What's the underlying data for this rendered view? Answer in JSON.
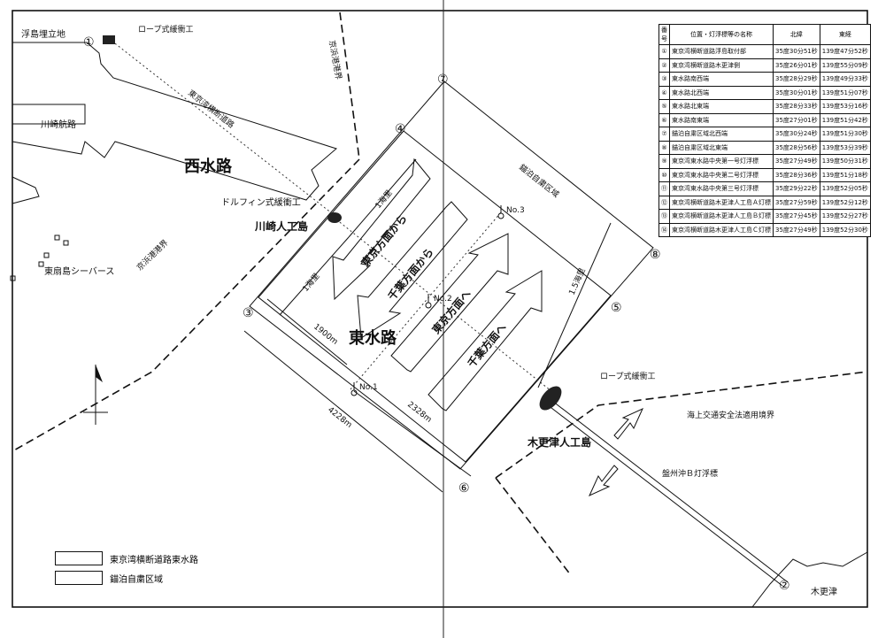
{
  "labels": {
    "ukishima": "浮島埋立地",
    "rope_buffer_top": "ロープ式緩衝工",
    "keihin_boundary_top": "京浜港港界",
    "trans_tokyo_road": "東京湾横断道路",
    "kawasaki_route": "川崎航路",
    "nishi_suiro": "西水路",
    "dolphin_buffer": "ドルフィン式緩衝工",
    "kawasaki_island": "川崎人工島",
    "keihin_boundary_left": "京浜港港界",
    "higashi_ogishima": "東扇島シーバース",
    "higashi_suiro": "東水路",
    "anchorage": "錨泊自粛区域",
    "from_tokyo": "東京方面から",
    "from_chiba": "千葉方面から",
    "to_tokyo": "東京方面へ",
    "to_chiba": "千葉方面へ",
    "width_1900": "1900m",
    "width_2328": "2328m",
    "width_4228": "4228m",
    "lane_1nm_a": "1海里",
    "lane_1nm_b": "1海里",
    "lane_15nm": "1.5海里",
    "rope_buffer_right": "ロープ式緩衝工",
    "kisarazu_island": "木更津人工島",
    "maritime_boundary": "海上交通安全法適用境界",
    "banshu_buoy": "盤州沖Ｂ灯浮標",
    "kisarazu": "木更津",
    "no1": "No.1",
    "no2": "No.2",
    "no3": "No.3"
  },
  "points": {
    "p1": "①",
    "p2": "②",
    "p3": "③",
    "p4": "④",
    "p5": "⑤",
    "p6": "⑥",
    "p7": "⑦",
    "p8": "⑧"
  },
  "table": {
    "headers": [
      "番号",
      "位置・灯浮標等の名称",
      "北緯",
      "東経"
    ],
    "rows": [
      [
        "①",
        "東京湾横断道路浮島取付部",
        "35度30分51秒",
        "139度47分52秒"
      ],
      [
        "②",
        "東京湾横断道路木更津側",
        "35度26分01秒",
        "139度55分09秒"
      ],
      [
        "③",
        "東水路南西端",
        "35度28分29秒",
        "139度49分33秒"
      ],
      [
        "④",
        "東水路北西端",
        "35度30分01秒",
        "139度51分07秒"
      ],
      [
        "⑤",
        "東水路北東端",
        "35度28分33秒",
        "139度53分16秒"
      ],
      [
        "⑥",
        "東水路南東端",
        "35度27分01秒",
        "139度51分42秒"
      ],
      [
        "⑦",
        "錨泊自粛区域北西端",
        "35度30分24秒",
        "139度51分30秒"
      ],
      [
        "⑧",
        "錨泊自粛区域北東端",
        "35度28分56秒",
        "139度53分39秒"
      ],
      [
        "⑨",
        "東京湾東水路中央第一号灯浮標",
        "35度27分49秒",
        "139度50分31秒"
      ],
      [
        "⑩",
        "東京湾東水路中央第二号灯浮標",
        "35度28分36秒",
        "139度51分18秒"
      ],
      [
        "⑪",
        "東京湾東水路中央第三号灯浮標",
        "35度29分22秒",
        "139度52分05秒"
      ],
      [
        "⑫",
        "東京湾横断道路木更津人工島Ａ灯標",
        "35度27分59秒",
        "139度52分12秒"
      ],
      [
        "⑬",
        "東京湾横断道路木更津人工島Ｂ灯標",
        "35度27分45秒",
        "139度52分27秒"
      ],
      [
        "⑭",
        "東京湾横断道路木更津人工島Ｃ灯標",
        "35度27分49秒",
        "139度52分30秒"
      ]
    ]
  },
  "legend": [
    {
      "label": "東京湾横断道路東水路"
    },
    {
      "label": "錨泊自粛区域"
    }
  ]
}
